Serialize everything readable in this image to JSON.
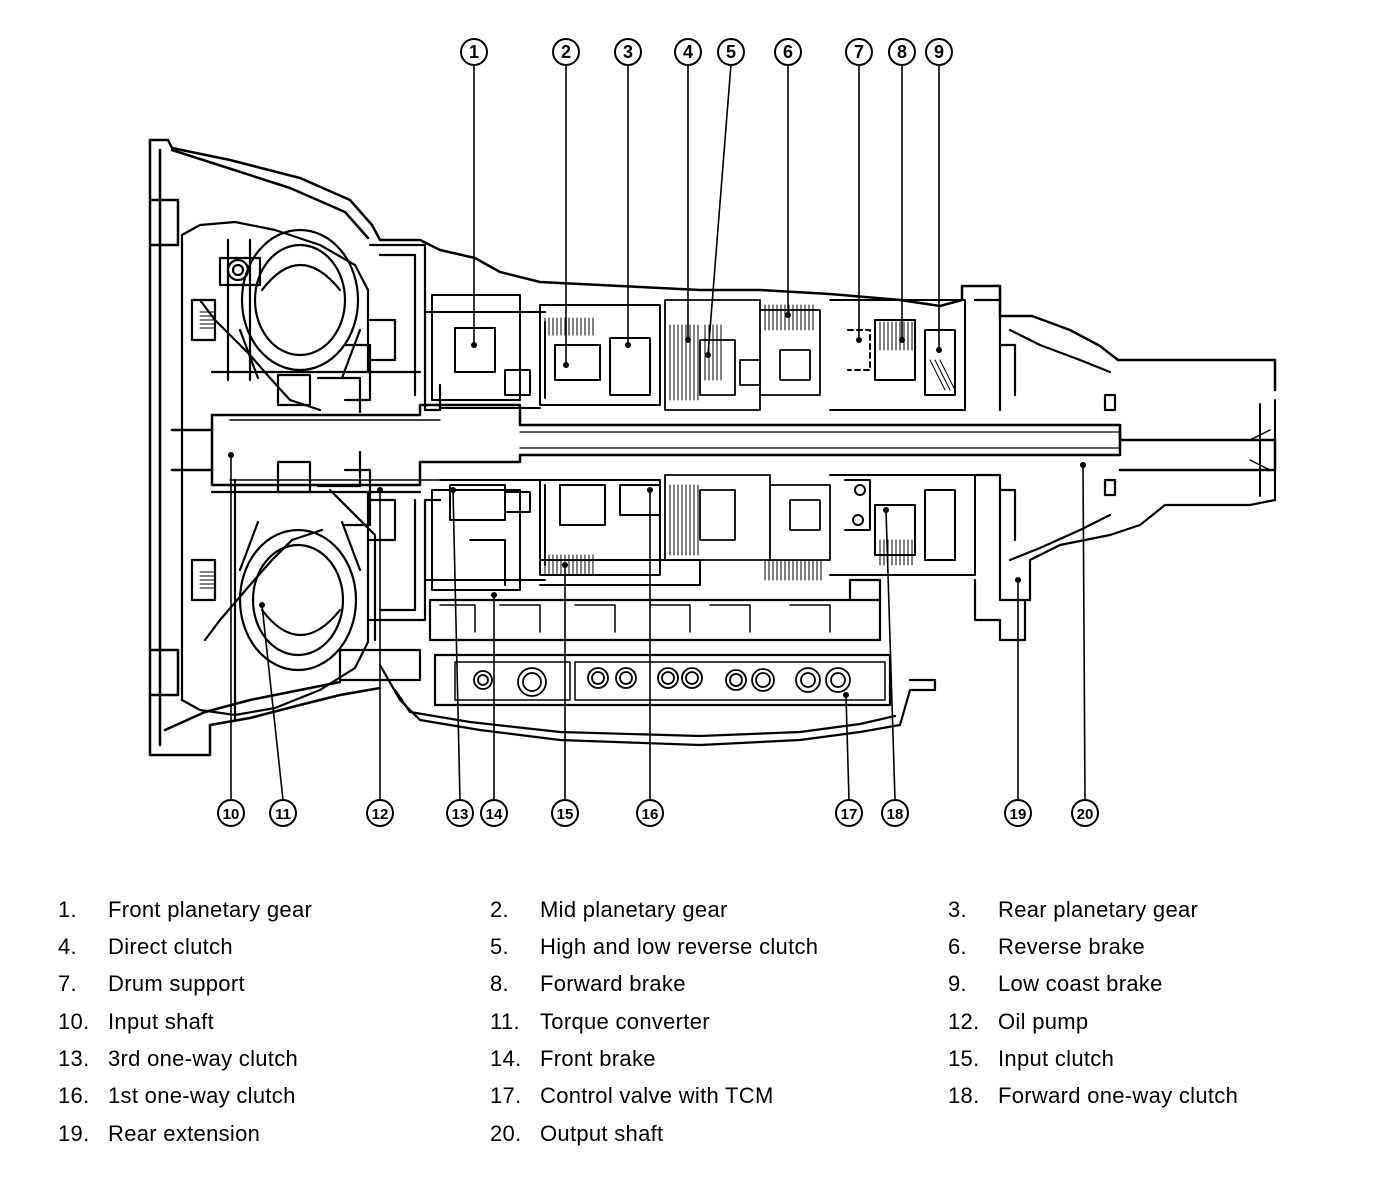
{
  "callouts": [
    {
      "number": "1"
    },
    {
      "number": "2"
    },
    {
      "number": "3"
    },
    {
      "number": "4"
    },
    {
      "number": "5"
    },
    {
      "number": "6"
    },
    {
      "number": "7"
    },
    {
      "number": "8"
    },
    {
      "number": "9"
    },
    {
      "number": "10"
    },
    {
      "number": "11"
    },
    {
      "number": "12"
    },
    {
      "number": "13"
    },
    {
      "number": "14"
    },
    {
      "number": "15"
    },
    {
      "number": "16"
    },
    {
      "number": "17"
    },
    {
      "number": "18"
    },
    {
      "number": "19"
    },
    {
      "number": "20"
    }
  ],
  "legend": [
    {
      "number": "1.",
      "label": "Front planetary gear"
    },
    {
      "number": "2.",
      "label": "Mid planetary gear"
    },
    {
      "number": "3.",
      "label": "Rear planetary gear"
    },
    {
      "number": "4.",
      "label": "Direct clutch"
    },
    {
      "number": "5.",
      "label": "High and low reverse clutch"
    },
    {
      "number": "6.",
      "label": "Reverse brake"
    },
    {
      "number": "7.",
      "label": "Drum support"
    },
    {
      "number": "8.",
      "label": "Forward brake"
    },
    {
      "number": "9.",
      "label": "Low coast brake"
    },
    {
      "number": "10.",
      "label": "Input shaft"
    },
    {
      "number": "11.",
      "label": "Torque converter"
    },
    {
      "number": "12.",
      "label": "Oil pump"
    },
    {
      "number": "13.",
      "label": "3rd one-way clutch"
    },
    {
      "number": "14.",
      "label": "Front brake"
    },
    {
      "number": "15.",
      "label": "Input clutch"
    },
    {
      "number": "16.",
      "label": "1st one-way clutch"
    },
    {
      "number": "17.",
      "label": "Control valve with TCM"
    },
    {
      "number": "18.",
      "label": "Forward one-way clutch"
    },
    {
      "number": "19.",
      "label": "Rear extension"
    },
    {
      "number": "20.",
      "label": "Output shaft"
    }
  ]
}
